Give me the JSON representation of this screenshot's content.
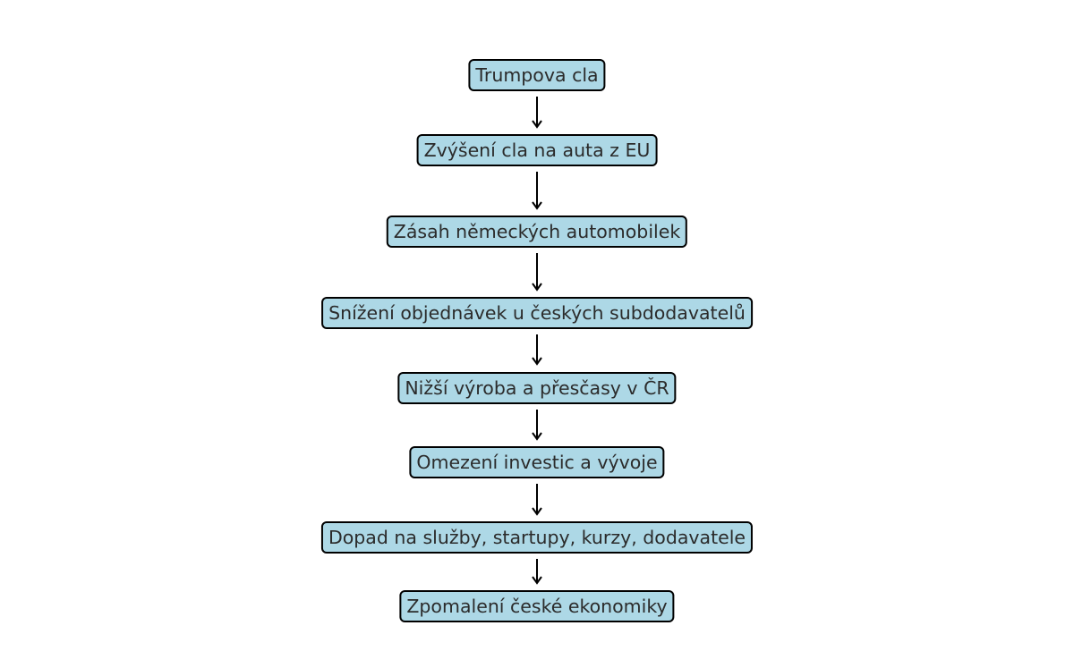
{
  "diagram": {
    "type": "flowchart",
    "direction": "top-to-bottom",
    "node_fill": "#add8e6",
    "node_border": "#000000",
    "text_color": "#2b2b2b",
    "arrow_color": "#000000",
    "nodes": [
      {
        "id": "n1",
        "label": "Trumpova cla"
      },
      {
        "id": "n2",
        "label": "Zvýšení cla na auta z EU"
      },
      {
        "id": "n3",
        "label": "Zásah německých automobilek"
      },
      {
        "id": "n4",
        "label": "Snížení objednávek u českých subdodavatelů"
      },
      {
        "id": "n5",
        "label": "Nižší výroba a přesčasy v ČR"
      },
      {
        "id": "n6",
        "label": "Omezení investic a vývoje"
      },
      {
        "id": "n7",
        "label": "Dopad na služby, startupy, kurzy, dodavatele"
      },
      {
        "id": "n8",
        "label": "Zpomalení české ekonomiky"
      }
    ],
    "edges": [
      {
        "from": "n1",
        "to": "n2"
      },
      {
        "from": "n2",
        "to": "n3"
      },
      {
        "from": "n3",
        "to": "n4"
      },
      {
        "from": "n4",
        "to": "n5"
      },
      {
        "from": "n5",
        "to": "n6"
      },
      {
        "from": "n6",
        "to": "n7"
      },
      {
        "from": "n7",
        "to": "n8"
      }
    ]
  }
}
